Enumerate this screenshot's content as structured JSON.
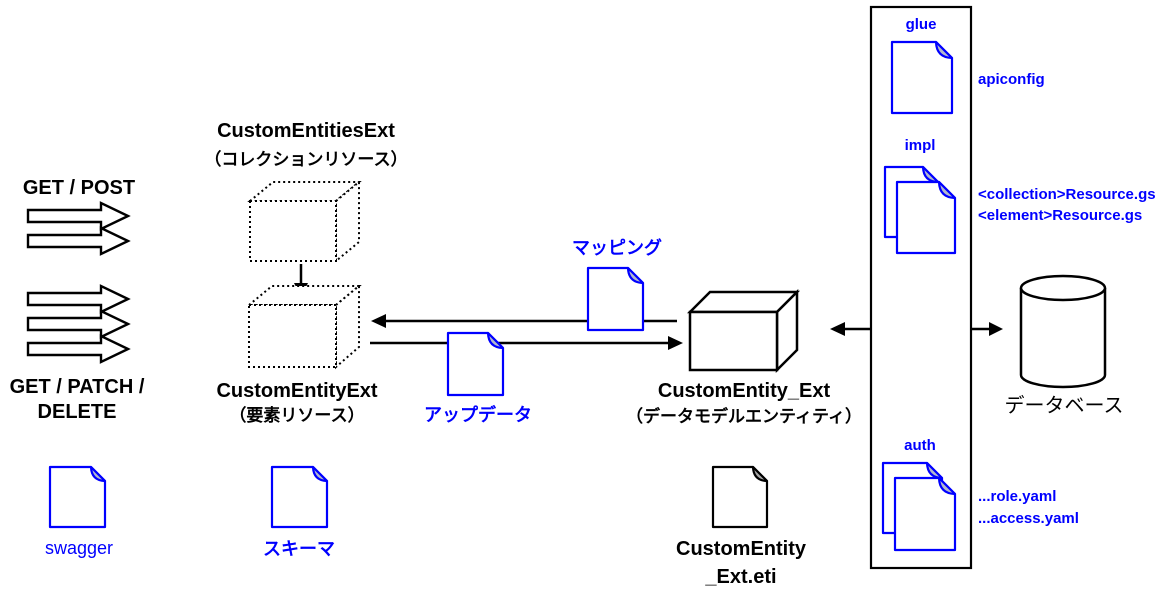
{
  "colors": {
    "accent_blue": "#0000FF",
    "line_black": "#000000",
    "fold_gray": "#b3b9cc"
  },
  "http_methods": {
    "get_post": "GET / POST",
    "get_patch_line1": "GET / PATCH /",
    "get_patch_line2": "DELETE"
  },
  "collection_resource": {
    "name": "CustomEntitiesExt",
    "type": "（コレクションリソース）"
  },
  "element_resource": {
    "name": "CustomEntityExt",
    "type": "（要素リソース）"
  },
  "data_model_entity": {
    "name": "CustomEntity_Ext",
    "type": "（データモデルエンティティ）"
  },
  "files": {
    "mapping": "マッピング",
    "updater": "アップデータ",
    "swagger": "swagger",
    "schema": "スキーマ",
    "eti_line1": "CustomEntity",
    "eti_line2": "_Ext.eti"
  },
  "panel": {
    "glue_label": "glue",
    "glue_file": "apiconfig",
    "impl_label": "impl",
    "impl_files": [
      "<collection>Resource.gs",
      "<element>Resource.gs"
    ],
    "auth_label": "auth",
    "auth_files": [
      "...role.yaml",
      "...access.yaml"
    ]
  },
  "database": {
    "label": "データベース"
  }
}
